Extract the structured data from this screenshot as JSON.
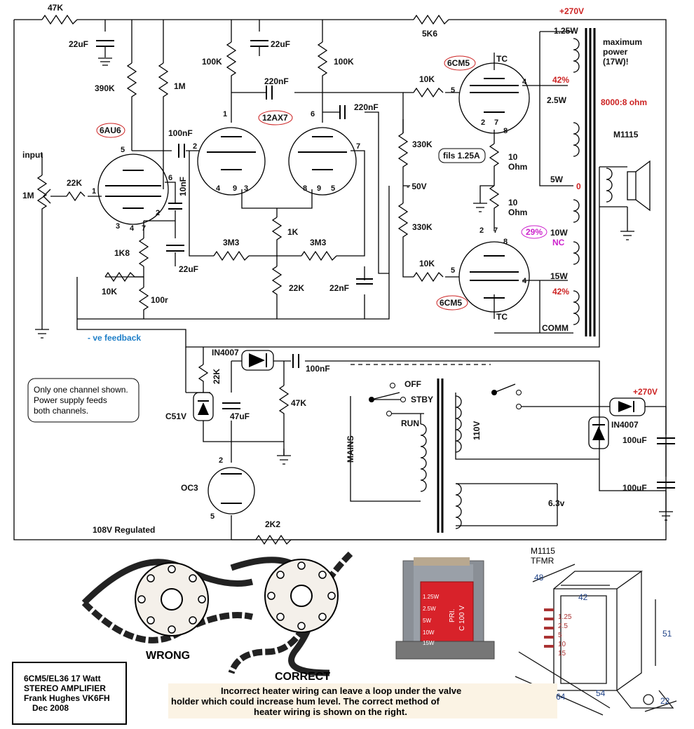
{
  "header": {
    "supply_top": "+270V"
  },
  "labels": {
    "r_47k_top": "47K",
    "c_22uf_1": "22uF",
    "r_390k": "390K",
    "r_1m": "1M",
    "tube_6au6": "6AU6",
    "input": "input",
    "pot_1m": "1M",
    "r_22k_in": "22K",
    "c_100nf": "100nF",
    "c_10nf": "10nF",
    "r_1k8": "1K8",
    "c_22uf_2": "22uF",
    "r_10k_fb": "10K",
    "r_100r": "100r",
    "r_100k_a": "100K",
    "c_22uf_3": "22uF",
    "r_100k_b": "100K",
    "c_220nf_a": "220nF",
    "tube_12ax7": "12AX7",
    "c_220nf_b": "220nF",
    "r_1k": "1K",
    "r_3m3_a": "3M3",
    "r_3m3_b": "3M3",
    "r_22k_tail": "22K",
    "c_22nf": "22nF",
    "r_5k6": "5K6",
    "r_10k_g1": "10K",
    "r_330k_a": "330K",
    "r_330k_b": "330K",
    "bias_50v": "- 50V",
    "r_10k_g2": "10K",
    "tube_6cm5_a": "6CM5",
    "tube_6cm5_b": "6CM5",
    "fils": "fils 1.25A",
    "r_10ohm_a": "10\nOhm",
    "r_10ohm_b": "10\nOhm",
    "tc_a": "TC",
    "tc_b": "TC",
    "tap_125w": "1.25W",
    "tap_25w": "2.5W",
    "tap_5w": "5W",
    "tap_10w": "10W",
    "tap_15w": "15W",
    "tap_comm": "COMM",
    "pct_42a": "42%",
    "pct_0": "0",
    "pct_29": "29%",
    "nc": "NC",
    "pct_42b": "42%",
    "max_power": "maximum\npower\n(17W)!",
    "impedance": "8000:8 ohm",
    "m1115": "M1115",
    "neg_fb": "- ve feedback",
    "d_in4007_a": "IN4007",
    "c_100nf_b": "100nF",
    "r_22k_reg": "22K",
    "c51v": "C51V",
    "c_47uf": "47uF",
    "r_47k_b": "47K",
    "oc3": "OC3",
    "reg_108": "108V Regulated",
    "r_2k2": "2K2",
    "sw_off": "OFF",
    "sw_stby": "STBY",
    "sw_run": "RUN",
    "mains": "MAINS",
    "v110": "110V",
    "supply_mid": "+270V",
    "d_in4007_b": "IN4007",
    "c_100uf_a": "100uF",
    "c_100uf_b": "100uF",
    "v63": "6.3v"
  },
  "pins": [
    "1",
    "5",
    "6",
    "2",
    "3",
    "4",
    "7",
    "1",
    "2",
    "3",
    "4",
    "9",
    "6",
    "7",
    "8",
    "9",
    "5",
    "5",
    "4",
    "2",
    "7",
    "8",
    "2",
    "7",
    "8",
    "5",
    "4",
    "2",
    "5"
  ],
  "note": "Only one channel shown.\nPower supply feeds\nboth channels.",
  "credits": "6CM5/EL36 17 Watt\nSTEREO AMPLIFIER\nFrank Hughes VK6FH\nDec 2008",
  "heater": {
    "wrong": "WRONG",
    "correct": "CORRECT",
    "caption": "Incorrect heater wiring can leave a loop under the valve\nholder which could increase hum level.  The correct method of\nheater wiring is shown on the right."
  },
  "tfmr_photo": {
    "taps": [
      "1.25W",
      "2.5W",
      "5W",
      "10W",
      "15W"
    ],
    "pri": "PRI.",
    "c100v": "C 100 V"
  },
  "tfmr_drawing": {
    "title": "M1115\nTFMR",
    "taps": [
      "1.25",
      "2.5",
      "5",
      "10",
      "15"
    ],
    "dims": {
      "w48": "48",
      "w42": "42",
      "h51": "51",
      "d64": "64",
      "d54": "54",
      "d22": "22"
    }
  },
  "colors": {
    "red": "#cc2222",
    "magenta": "#cc22cc",
    "blue": "#1f7fc8"
  }
}
